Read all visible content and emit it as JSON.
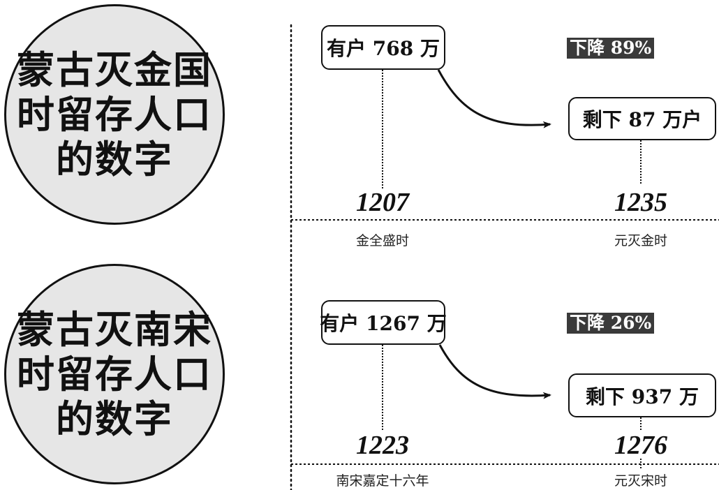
{
  "sections": [
    {
      "title_lines": [
        "蒙古灭金国",
        "时留存人口",
        "的数字"
      ],
      "start": {
        "label": "有户 768 万",
        "households_wan": 768,
        "year": "1207",
        "period": "金全盛时"
      },
      "end": {
        "label": "剩下 87 万户",
        "households_wan": 87,
        "year": "1235",
        "period": "元灭金时"
      },
      "decline": {
        "label": "下降 89%",
        "percent": 89
      }
    },
    {
      "title_lines": [
        "蒙古灭南宋",
        "时留存人口",
        "的数字"
      ],
      "start": {
        "label": "有户 1267 万",
        "households_wan": 1267,
        "year": "1223",
        "period": "南宋嘉定十六年"
      },
      "end": {
        "label": "剩下 937 万",
        "households_wan": 937,
        "year": "1276",
        "period": "元灭宋时"
      },
      "decline": {
        "label": "下降 26%",
        "percent": 26
      }
    }
  ],
  "colors": {
    "circle_fill": "#e6e6e6",
    "badge_bg": "#3a3a3a",
    "ink": "#111111"
  }
}
